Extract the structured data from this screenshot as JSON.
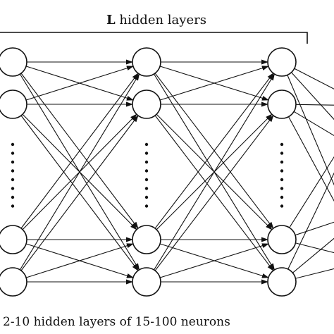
{
  "header": {
    "symbol": "L",
    "label": " hidden layers"
  },
  "caption": "2-10 hidden layers of 15-100 neurons",
  "colors": {
    "ink": "#111111",
    "background": "#ffffff"
  }
}
